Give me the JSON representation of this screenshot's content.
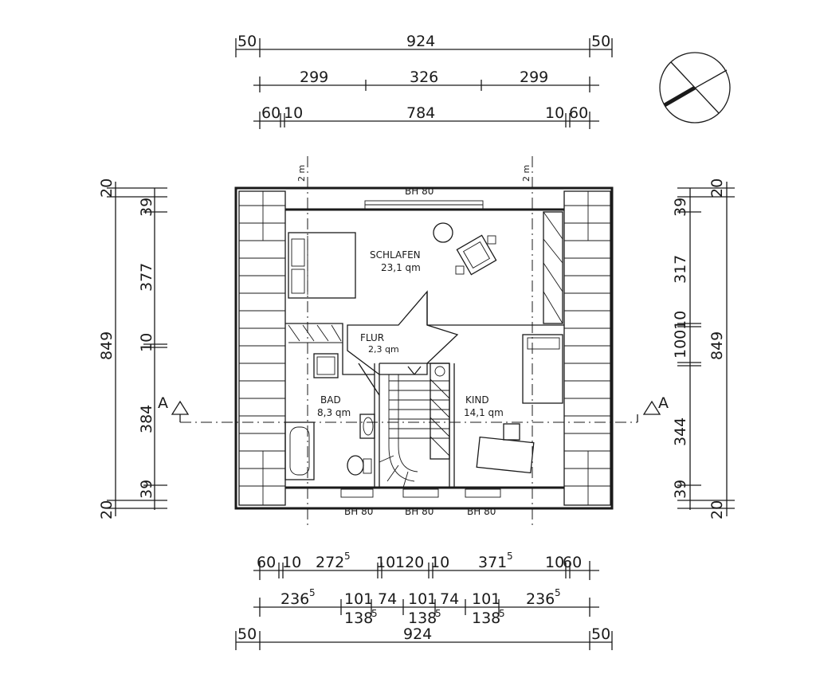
{
  "dimensions": {
    "top": {
      "row1": [
        "50",
        "924",
        "50"
      ],
      "row2": [
        "299",
        "326",
        "299"
      ],
      "row3": [
        "60",
        "10",
        "784",
        "10",
        "60"
      ]
    },
    "bottom": {
      "row1": [
        "60",
        "10",
        "272",
        "5",
        "10",
        "120",
        "10",
        "371",
        "5",
        "10",
        "60"
      ],
      "row2": [
        "236",
        "5",
        "101",
        "74",
        "101",
        "74",
        "101",
        "236",
        "5"
      ],
      "row2b": [
        "138",
        "5",
        "138",
        "5",
        "138",
        "5"
      ],
      "row3": [
        "50",
        "924",
        "50"
      ]
    },
    "left": {
      "inner": [
        "20",
        "39",
        "377",
        "10",
        "384",
        "39",
        "20"
      ],
      "outer": "849"
    },
    "right": {
      "inner": [
        "20",
        "39",
        "317",
        "10",
        "100",
        "10",
        "344",
        "39",
        "20"
      ],
      "outer": "849"
    }
  },
  "rooms": {
    "schlafen": {
      "name": "SCHLAFEN",
      "area": "23,1 qm"
    },
    "flur": {
      "name": "FLUR",
      "area": "2,3 qm"
    },
    "bad": {
      "name": "BAD",
      "area": "8,3 qm"
    },
    "kind": {
      "name": "KIND",
      "area": "14,1 qm"
    }
  },
  "windows": {
    "top": "BH 80",
    "bottom": [
      "BH 80",
      "BH 80",
      "BH 80"
    ]
  },
  "markers": {
    "section_left": "A",
    "section_right": "A",
    "height_line": "2 m"
  },
  "icons": [
    "north-arrow-icon",
    "section-marker-icon"
  ]
}
